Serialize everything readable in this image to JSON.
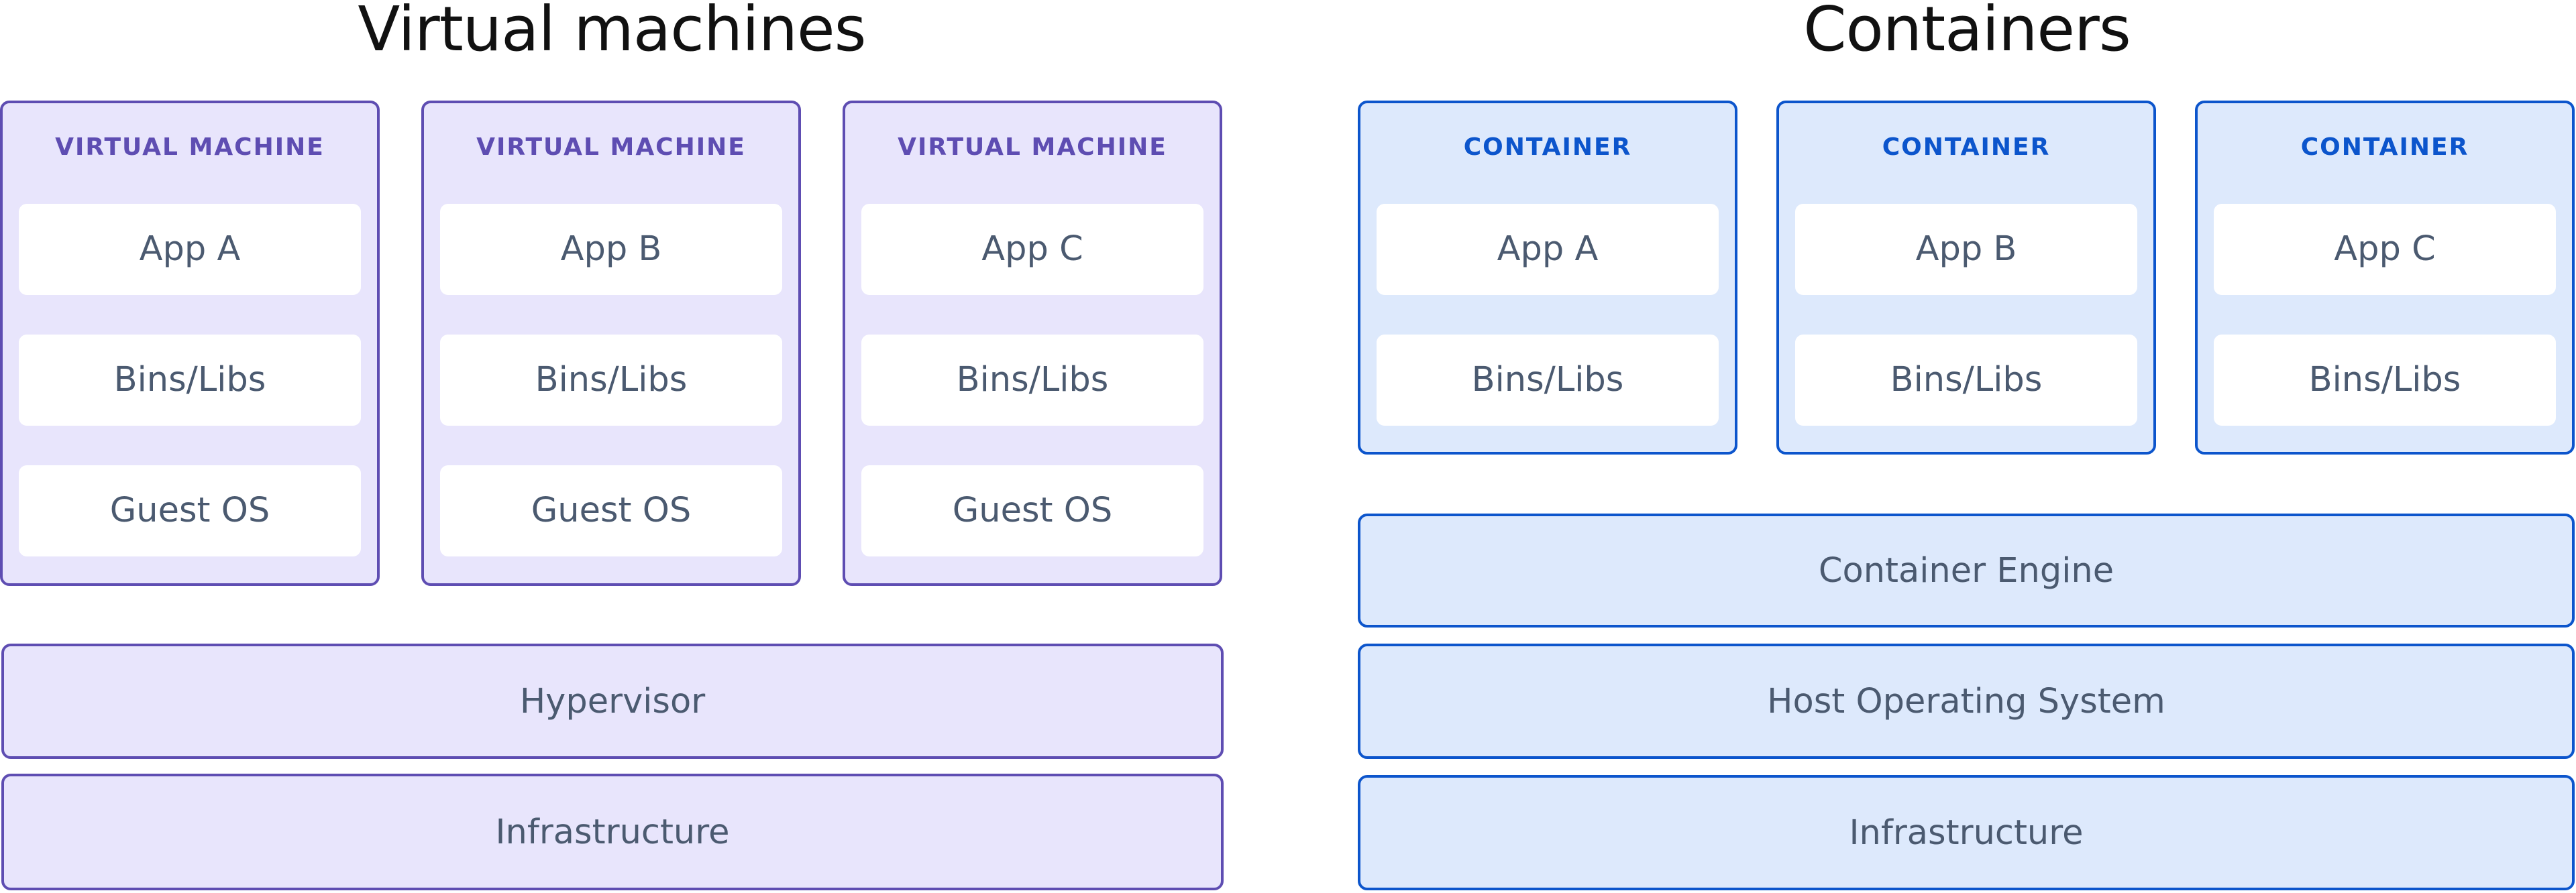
{
  "vm_section": {
    "title": "Virtual machines",
    "units": [
      {
        "label": "VIRTUAL MACHINE",
        "layers": [
          "App A",
          "Bins/Libs",
          "Guest OS"
        ]
      },
      {
        "label": "VIRTUAL MACHINE",
        "layers": [
          "App B",
          "Bins/Libs",
          "Guest OS"
        ]
      },
      {
        "label": "VIRTUAL MACHINE",
        "layers": [
          "App C",
          "Bins/Libs",
          "Guest OS"
        ]
      }
    ],
    "base_layers": [
      "Hypervisor",
      "Infrastructure"
    ]
  },
  "container_section": {
    "title": "Containers",
    "units": [
      {
        "label": "CONTAINER",
        "layers": [
          "App A",
          "Bins/Libs"
        ]
      },
      {
        "label": "CONTAINER",
        "layers": [
          "App B",
          "Bins/Libs"
        ]
      },
      {
        "label": "CONTAINER",
        "layers": [
          "App C",
          "Bins/Libs"
        ]
      }
    ],
    "base_layers": [
      "Container Engine",
      "Host Operating System",
      "Infrastructure"
    ]
  },
  "colors": {
    "vm_fill": "#e8e5fc",
    "vm_border": "#5e4db2",
    "container_fill": "#dde9fc",
    "container_border": "#0c55cc",
    "layer_text": "#4b5a70"
  }
}
